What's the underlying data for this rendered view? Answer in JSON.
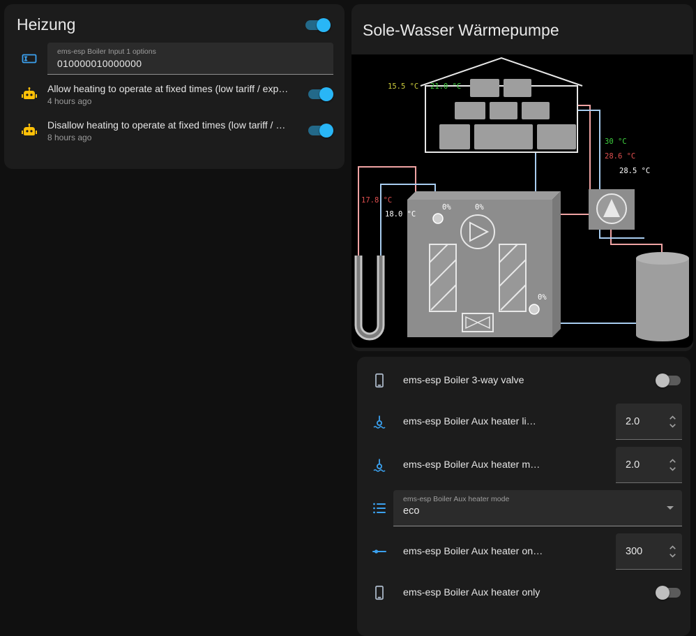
{
  "colors": {
    "accent_blue": "#29b6f6",
    "icon_blue": "#3ba1ef",
    "robot_amber": "#ffc107",
    "temp_green": "#3fd23f",
    "temp_red": "#e04f4f",
    "temp_yellow": "#cdcd3c",
    "temp_white": "#ffffff",
    "pipe_warm": "#f0a3a3",
    "pipe_cold": "#a8cdf0"
  },
  "heizung_card": {
    "title": "Heizung",
    "master_toggle_on": true,
    "boiler_input": {
      "label": "ems-esp Boiler Input 1 options",
      "value": "010000010000000"
    },
    "automations": [
      {
        "label": "Allow heating to operate at fixed times (low tariff / exp…",
        "last_triggered": "4 hours ago",
        "on": true
      },
      {
        "label": "Disallow heating to operate at fixed times (low tariff / …",
        "last_triggered": "8 hours ago",
        "on": true
      }
    ]
  },
  "heatpump_card": {
    "title": "Sole-Wasser Wärmepumpe",
    "diagram": {
      "outdoor_temp": "15.5 °C",
      "indoor_temp": "21.0 °C",
      "supply_temp": "30 °C",
      "return_temp": "28.6 °C",
      "dhw_temp": "28.5 °C",
      "brine_supply_temp": "17.8 °C",
      "brine_return_temp": "18.0 °C",
      "pump_left_pct": "0%",
      "compressor_pct": "0%",
      "pump_right_pct": "0%"
    }
  },
  "boiler_card": {
    "rows": [
      {
        "type": "toggle",
        "label": "ems-esp Boiler 3-way valve",
        "on": false
      },
      {
        "type": "number",
        "label": "ems-esp Boiler Aux heater li…",
        "value": "2.0"
      },
      {
        "type": "number",
        "label": "ems-esp Boiler Aux heater m…",
        "value": "2.0"
      },
      {
        "type": "select",
        "label": "ems-esp Boiler Aux heater mode",
        "value": "eco"
      },
      {
        "type": "number",
        "label": "ems-esp Boiler Aux heater on…",
        "value": "300"
      },
      {
        "type": "toggle",
        "label": "ems-esp Boiler Aux heater only",
        "on": false
      }
    ]
  }
}
